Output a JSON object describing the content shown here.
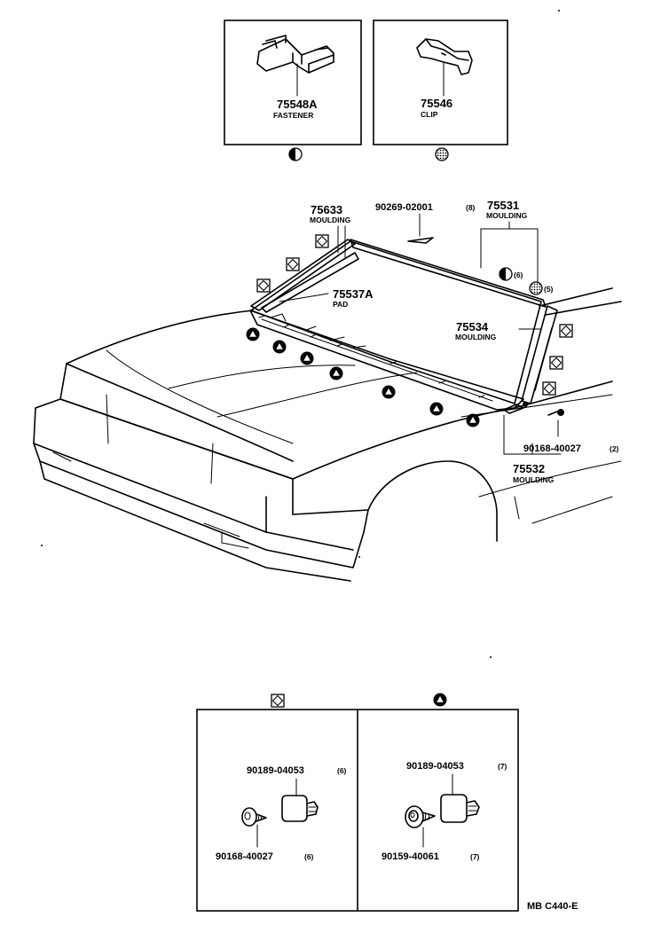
{
  "insets_top": {
    "fastener": {
      "part": "75548A",
      "name": "FASTENER"
    },
    "clip": {
      "part": "75546",
      "name": "CLIP"
    }
  },
  "parts": {
    "p75633": {
      "part": "75633",
      "name": "MOULDING"
    },
    "p90269": {
      "part": "90269-02001",
      "qty": "(8)"
    },
    "p75531": {
      "part": "75531",
      "name": "MOULDING"
    },
    "qty_half": "(6)",
    "qty_full": "(5)",
    "p75537A": {
      "part": "75537A",
      "name": "PAD"
    },
    "p75534": {
      "part": "75534",
      "name": "MOULDING"
    },
    "p90168": {
      "part": "90168-40027",
      "qty": "(2)"
    },
    "p75532": {
      "part": "75532",
      "name": "MOULDING"
    }
  },
  "insets_bottom": {
    "square": {
      "p1": "90189-04053",
      "q1": "(6)",
      "p2": "90168-40027",
      "q2": "(6)"
    },
    "triangle": {
      "p1": "90189-04053",
      "q1": "(7)",
      "p2": "90159-40061",
      "q2": "(7)"
    }
  },
  "code": "MB C440-E",
  "icons": [
    "half-circle-icon",
    "dotted-circle-icon",
    "square-diamond-icon",
    "triangle-circle-icon"
  ]
}
